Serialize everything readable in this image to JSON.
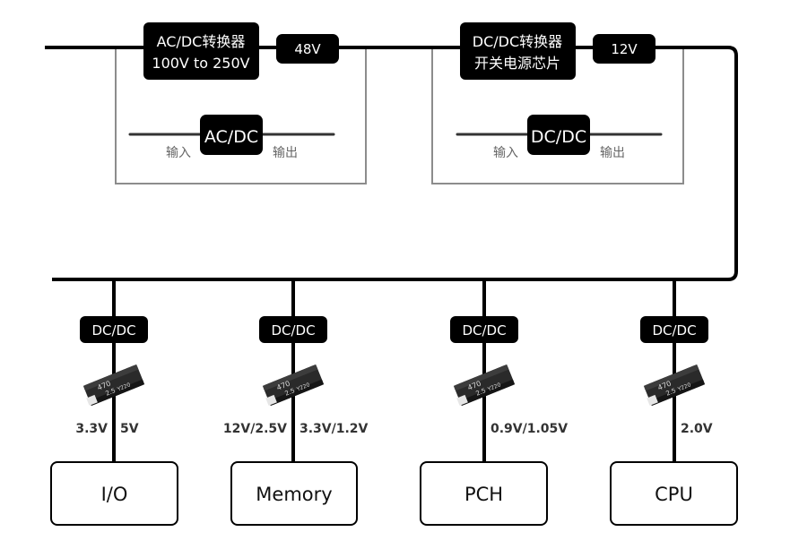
{
  "top": {
    "acdc_converter": {
      "line1": "AC/DC转换器",
      "line2": "100V to 250V"
    },
    "acdc_output": "48V",
    "acdc_inset": {
      "chip": "AC/DC",
      "input": "输入",
      "output": "输出"
    },
    "dcdc_converter": {
      "line1": "DC/DC转换器",
      "line2": "开关电源芯片"
    },
    "dcdc_output": "12V",
    "dcdc_inset": {
      "chip": "DC/DC",
      "input": "输入",
      "output": "输出"
    }
  },
  "branches": [
    {
      "converter": "DC/DC",
      "capacitor_marking": [
        "470",
        "2.5",
        "Y220"
      ],
      "volt_left": "3.3V",
      "volt_right": "5V",
      "load": "I/O"
    },
    {
      "converter": "DC/DC",
      "capacitor_marking": [
        "470",
        "2.5",
        "Y220"
      ],
      "volt_left": "12V/2.5V",
      "volt_right": "3.3V/1.2V",
      "load": "Memory"
    },
    {
      "converter": "DC/DC",
      "capacitor_marking": [
        "470",
        "2.5",
        "Y220"
      ],
      "volt_left": "",
      "volt_right": "0.9V/1.05V",
      "load": "PCH"
    },
    {
      "converter": "DC/DC",
      "capacitor_marking": [
        "470",
        "2.5",
        "Y220"
      ],
      "volt_left": "",
      "volt_right": "2.0V",
      "load": "CPU"
    }
  ],
  "colors": {
    "line": "#000000",
    "box_fill": "#000000",
    "inset_border": "#8c8c8c",
    "text_grey": "#666666"
  }
}
